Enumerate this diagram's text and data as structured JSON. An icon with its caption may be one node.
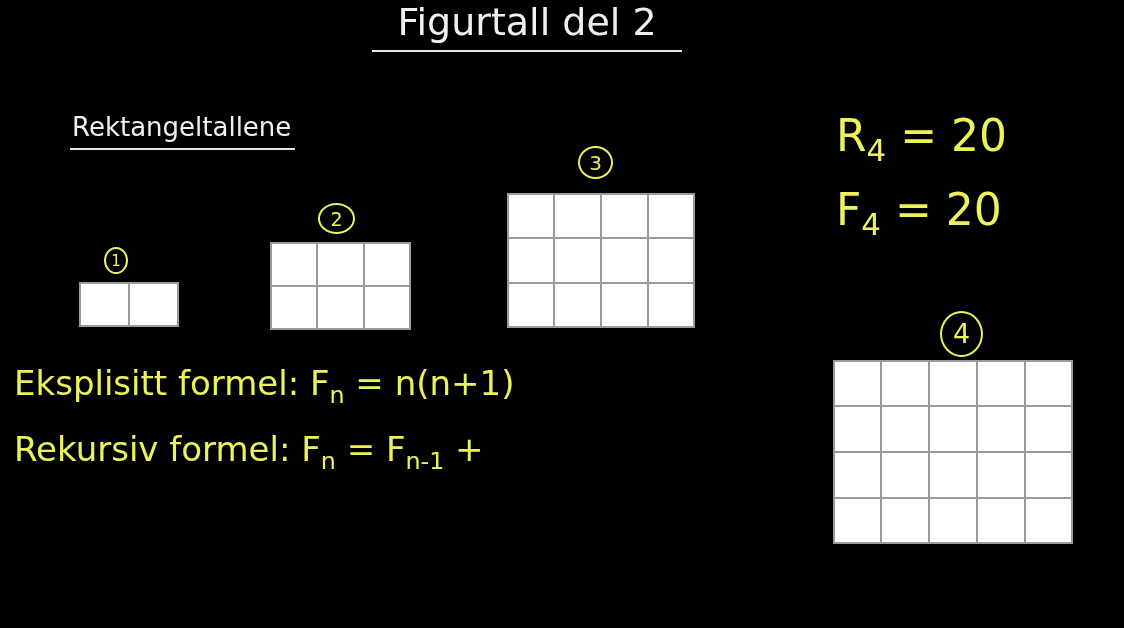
{
  "diagram": {
    "title": "Figurtall del 2",
    "nodes": [
      {
        "text": [
          "1"
        ]
      },
      {
        "text": [
          "2"
        ]
      },
      {
        "text": [
          "3"
        ]
      },
      {
        "text": [
          "4"
        ]
      }
    ],
    "labels": [
      "Rektangeltallene",
      "R$_{4}$ = 20",
      "F$_{4}$ = 20",
      "Eksplisitt formel: F$_{n}$ = n(n+1)",
      "Rekursiv formel: F$_{n}$ = F$_{n-1}$ +"
    ]
  }
}
